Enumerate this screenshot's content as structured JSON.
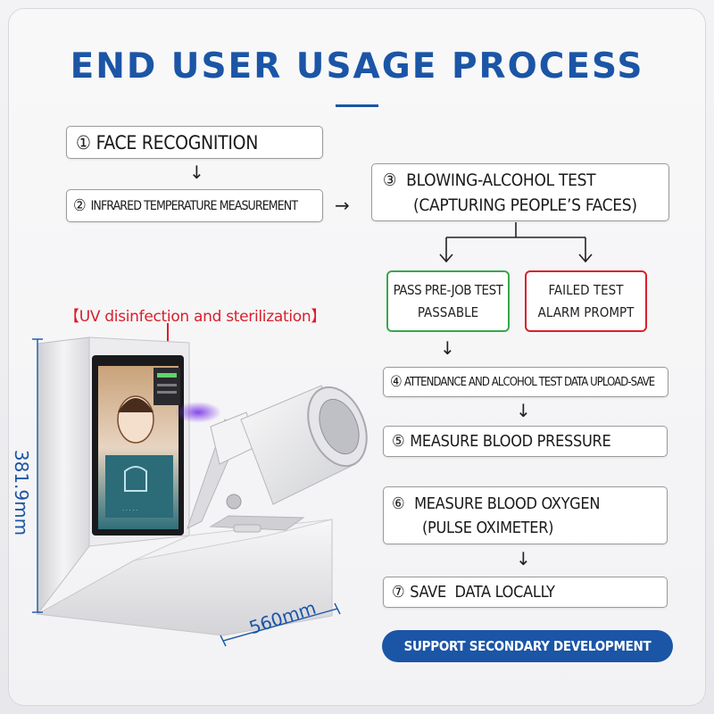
{
  "title": "END USER USAGE PROCESS",
  "steps": {
    "s1": {
      "num": "①",
      "text": "FACE RECOGNITION"
    },
    "s2": {
      "num": "②",
      "text": "INFRARED TEMPERATURE MEASUREMENT"
    },
    "s3": {
      "num": "③",
      "line1": "BLOWING-ALCOHOL TEST",
      "line2": "(CAPTURING PEOPLE’S FACES)"
    },
    "s4": {
      "num": "④",
      "text": "ATTENDANCE AND ALCOHOL TEST DATA UPLOAD-SAVE"
    },
    "s5": {
      "num": "⑤",
      "text": "MEASURE BLOOD PRESSURE"
    },
    "s6": {
      "num": "⑥",
      "line1": "MEASURE BLOOD OXYGEN",
      "line2": "(PULSE OXIMETER)"
    },
    "s7": {
      "num": "⑦",
      "text": "SAVE  DATA LOCALLY"
    }
  },
  "results": {
    "pass": {
      "line1": "PASS PRE-JOB TEST",
      "line2": "PASSABLE",
      "border_color": "#37a84a"
    },
    "fail": {
      "line1": "FAILED TEST",
      "line2": "ALARM PROMPT",
      "border_color": "#d8202c"
    }
  },
  "arrows": {
    "down": "↓",
    "right": "→"
  },
  "uv_label": "【UV disinfection and sterilization】",
  "support_badge": "SUPPORT SECONDARY DEVELOPMENT",
  "dimensions": {
    "height": "381.9mm",
    "width": "560mm"
  },
  "colors": {
    "accent": "#1b55a6",
    "uv": "#d8202c",
    "pass": "#37a84a",
    "fail": "#d8202c",
    "uv_light": "#6a2cd8"
  }
}
